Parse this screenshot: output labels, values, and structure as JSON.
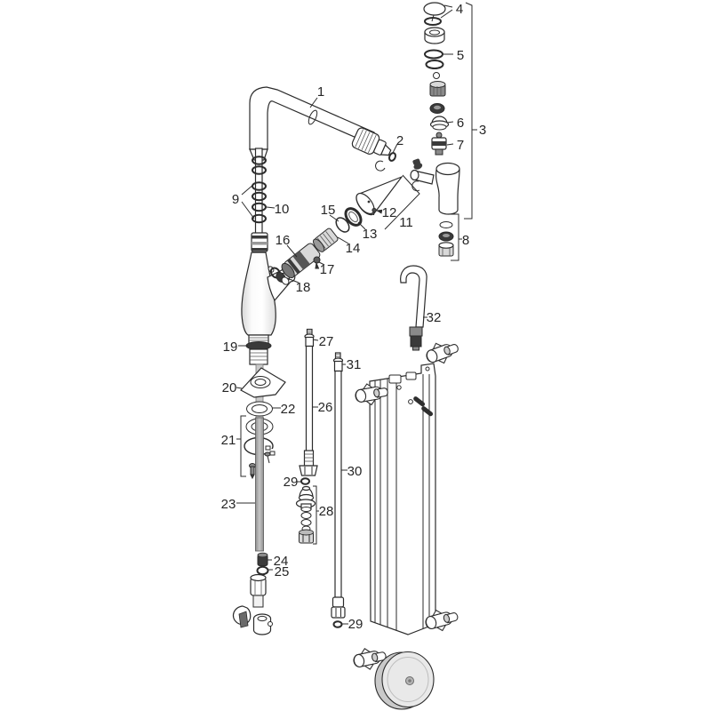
{
  "diagram": {
    "kind": "exploded-parts-diagram",
    "subject": "kitchen-mixer-with-pullout-spray",
    "colors": {
      "background": "#ffffff",
      "line": "#2b2b2b",
      "hose_gray": "#a6a6a6",
      "dark_part": "#3a3a3a",
      "weight_face": "#e9e9e9"
    },
    "callouts": {
      "1": "1",
      "2": "2",
      "3": "3",
      "4": "4",
      "5": "5",
      "6": "6",
      "7": "7",
      "8": "8",
      "9": "9",
      "10": "10",
      "11": "11",
      "12": "12",
      "13": "13",
      "14": "14",
      "15": "15",
      "16": "16",
      "17": "17",
      "18": "18",
      "19": "19",
      "20": "20",
      "21": "21",
      "22": "22",
      "23": "23",
      "24": "24",
      "25": "25",
      "26": "26",
      "27": "27",
      "28": "28",
      "29a": "29",
      "29b": "29",
      "30": "30",
      "31": "31",
      "32": "32"
    },
    "part_semantics": {
      "1": "spout",
      "2": "o-ring",
      "3": "handle-cartridge-assembly",
      "4": "handle-cap",
      "5": "o-rings",
      "6": "cartridge-dome",
      "7": "cartridge",
      "8": "seal-set",
      "9": "o-ring-stack",
      "10": "o-ring",
      "11": "spray-cone",
      "12": "screw",
      "13": "ring",
      "14": "grooved-ring",
      "15": "o-ring",
      "16": "spray-insert",
      "17": "screw",
      "18": "seal-rings",
      "19": "threaded-shank",
      "20": "base-plate",
      "21": "fastening-set",
      "22": "o-ring",
      "23": "pull-out-hose",
      "24": "bushing",
      "25": "ring",
      "26": "supply-hose",
      "27": "hose-nipple",
      "28": "mounting-set",
      "29": "seal-ring",
      "30": "supply-hose",
      "31": "hose-nipple",
      "32": "hose-guide"
    }
  }
}
